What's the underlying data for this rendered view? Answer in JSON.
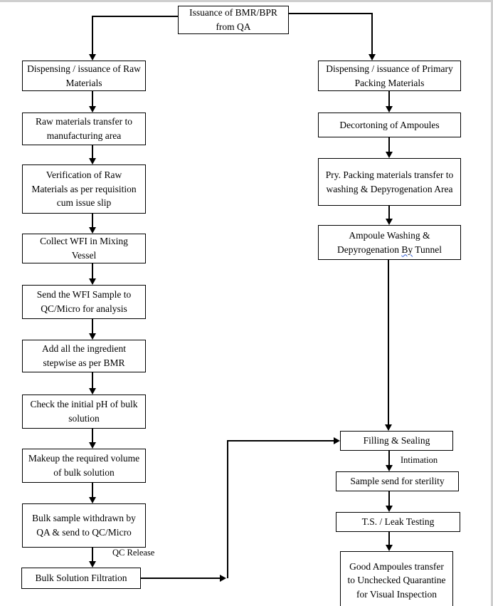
{
  "page": {
    "background_color": "#ffffff",
    "edge_color": "#cfcfcf",
    "line_color": "#000000",
    "squiggle_color": "#2f5bd6"
  },
  "boxes": {
    "issuance": "Issuance of BMR/BPR from QA",
    "l1": "Dispensing / issuance of Raw Materials",
    "l2": "Raw materials transfer to manufacturing area",
    "l3": "Verification of Raw Materials as per requisition cum issue slip",
    "l4": "Collect WFI in Mixing Vessel",
    "l5": "Send the WFI Sample to QC/Micro for analysis",
    "l6": "Add all the ingredient stepwise as per BMR",
    "l7": "Check the initial pH of bulk solution",
    "l8": "Makeup the required volume of bulk solution",
    "l9": "Bulk sample withdrawn by QA & send to QC/Micro",
    "l10": "Bulk Solution Filtration",
    "r1": "Dispensing / issuance of Primary Packing Materials",
    "r2": "Decortoning of Ampoules",
    "r3": "Pry. Packing materials transfer to washing & Depyrogenation Area",
    "r4_before": "Ampoule Washing & Depyrogenation ",
    "r4_squiggle_word": "By",
    "r4_after": " Tunnel",
    "r5": "Filling & Sealing",
    "r6": "Sample send for sterility",
    "r7": "T.S. / Leak Testing",
    "r8": "Good Ampoules transfer to Unchecked Quarantine for Visual Inspection"
  },
  "labels": {
    "qc_release": "QC Release",
    "intimation": "Intimation"
  }
}
